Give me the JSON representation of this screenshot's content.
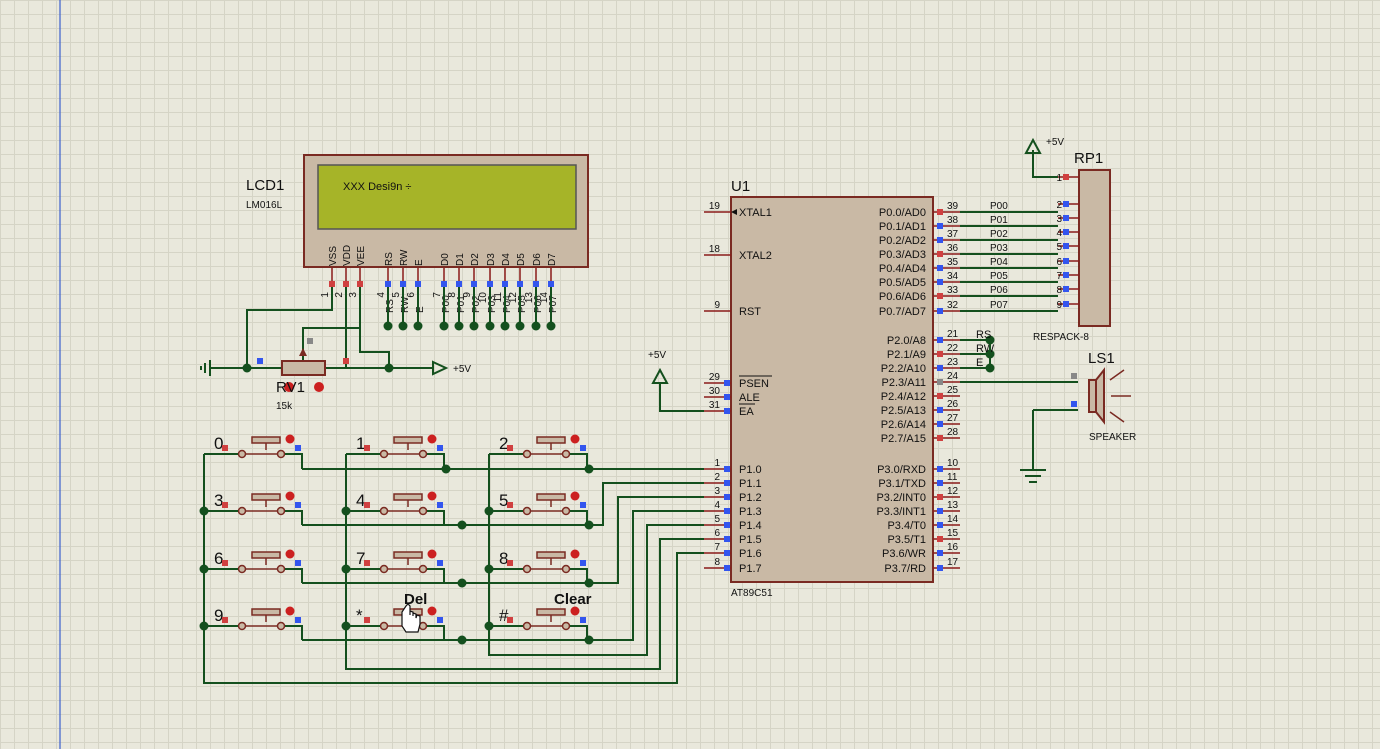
{
  "lcd": {
    "ref": "LCD1",
    "part": "LM016L",
    "display": "XXX  Desi9n ÷",
    "pins": [
      {
        "name": "VSS",
        "num": "1"
      },
      {
        "name": "VDD",
        "num": "2"
      },
      {
        "name": "VEE",
        "num": "3"
      },
      {
        "name": "RS",
        "num": "4"
      },
      {
        "name": "RW",
        "num": "5"
      },
      {
        "name": "E",
        "num": "6"
      },
      {
        "name": "D0",
        "num": "7"
      },
      {
        "name": "D1",
        "num": "8"
      },
      {
        "name": "D2",
        "num": "9"
      },
      {
        "name": "D3",
        "num": "10"
      },
      {
        "name": "D4",
        "num": "11"
      },
      {
        "name": "D5",
        "num": "12"
      },
      {
        "name": "D6",
        "num": "13"
      },
      {
        "name": "D7",
        "num": "14"
      }
    ],
    "pin_net_labels": [
      "RS",
      "RW",
      "E",
      "P00",
      "P01",
      "P02",
      "P03",
      "P04",
      "P05",
      "P06",
      "P07"
    ]
  },
  "pot": {
    "ref": "RV1",
    "value": "15k"
  },
  "power": {
    "vcc": "+5V"
  },
  "mcu": {
    "ref": "U1",
    "part": "AT89C51",
    "left_pins": [
      {
        "num": "19",
        "name": "XTAL1"
      },
      {
        "num": "18",
        "name": "XTAL2"
      },
      {
        "num": "9",
        "name": "RST"
      },
      {
        "num": "29",
        "name": "PSEN"
      },
      {
        "num": "30",
        "name": "ALE"
      },
      {
        "num": "31",
        "name": "EA"
      },
      {
        "num": "1",
        "name": "P1.0"
      },
      {
        "num": "2",
        "name": "P1.1"
      },
      {
        "num": "3",
        "name": "P1.2"
      },
      {
        "num": "4",
        "name": "P1.3"
      },
      {
        "num": "5",
        "name": "P1.4"
      },
      {
        "num": "6",
        "name": "P1.5"
      },
      {
        "num": "7",
        "name": "P1.6"
      },
      {
        "num": "8",
        "name": "P1.7"
      }
    ],
    "right_pins": [
      {
        "num": "39",
        "name": "P0.0/AD0"
      },
      {
        "num": "38",
        "name": "P0.1/AD1"
      },
      {
        "num": "37",
        "name": "P0.2/AD2"
      },
      {
        "num": "36",
        "name": "P0.3/AD3"
      },
      {
        "num": "35",
        "name": "P0.4/AD4"
      },
      {
        "num": "34",
        "name": "P0.5/AD5"
      },
      {
        "num": "33",
        "name": "P0.6/AD6"
      },
      {
        "num": "32",
        "name": "P0.7/AD7"
      },
      {
        "num": "21",
        "name": "P2.0/A8"
      },
      {
        "num": "22",
        "name": "P2.1/A9"
      },
      {
        "num": "23",
        "name": "P2.2/A10"
      },
      {
        "num": "24",
        "name": "P2.3/A11"
      },
      {
        "num": "25",
        "name": "P2.4/A12"
      },
      {
        "num": "26",
        "name": "P2.5/A13"
      },
      {
        "num": "27",
        "name": "P2.6/A14"
      },
      {
        "num": "28",
        "name": "P2.7/A15"
      },
      {
        "num": "10",
        "name": "P3.0/RXD"
      },
      {
        "num": "11",
        "name": "P3.1/TXD"
      },
      {
        "num": "12",
        "name": "P3.2/INT0"
      },
      {
        "num": "13",
        "name": "P3.3/INT1"
      },
      {
        "num": "14",
        "name": "P3.4/T0"
      },
      {
        "num": "15",
        "name": "P3.5/T1"
      },
      {
        "num": "16",
        "name": "P3.6/WR"
      },
      {
        "num": "17",
        "name": "P3.7/RD"
      }
    ],
    "p0_nets": [
      "P00",
      "P01",
      "P02",
      "P03",
      "P04",
      "P05",
      "P06",
      "P07"
    ],
    "p2_nets": [
      "RS",
      "RW",
      "E"
    ]
  },
  "rpack": {
    "ref": "RP1",
    "part": "RESPACK-8",
    "pins": [
      "1",
      "2",
      "3",
      "4",
      "5",
      "6",
      "7",
      "8",
      "9"
    ]
  },
  "speaker": {
    "ref": "LS1",
    "part": "SPEAKER"
  },
  "keypad": {
    "keys": [
      "0",
      "1",
      "2",
      "3",
      "4",
      "5",
      "6",
      "7",
      "8",
      "9",
      "*",
      "#"
    ],
    "notes": [
      "Del",
      "Clear"
    ]
  },
  "icons": [
    "hand-cursor-icon"
  ]
}
